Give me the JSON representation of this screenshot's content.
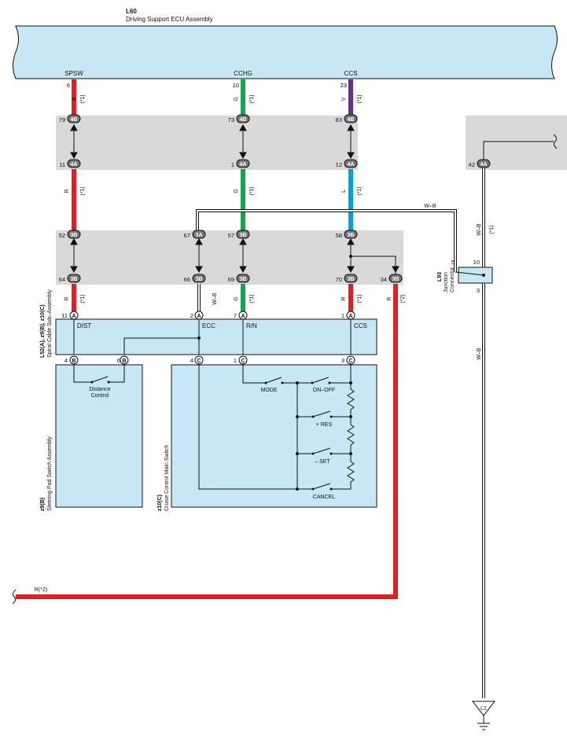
{
  "ecu": {
    "code": "L60",
    "name": "Driving Support ECU Assembly"
  },
  "ecu_signals": [
    {
      "label": "SPSW",
      "pin": "6",
      "color_code": "R",
      "note": "(*1)"
    },
    {
      "label": "CCHG",
      "pin": "10",
      "color_code": "G",
      "note": "(*1)"
    },
    {
      "label": "CCS",
      "pin": "23",
      "color_code": "V",
      "note": "(*1)"
    }
  ],
  "connectors_row1": [
    {
      "pin": "79",
      "conn": "4B"
    },
    {
      "pin": "73",
      "conn": "4B"
    },
    {
      "pin": "83",
      "conn": "4B"
    }
  ],
  "connectors_row2": [
    {
      "pin": "11",
      "conn": "4A"
    },
    {
      "pin": "1",
      "conn": "4A"
    },
    {
      "pin": "12",
      "conn": "4A"
    }
  ],
  "right_connector": {
    "pin": "42",
    "conn": "4A"
  },
  "wire_codes_mid": [
    {
      "color_code": "R",
      "note": "(*1)"
    },
    {
      "color_code": "G",
      "note": "(*1)"
    },
    {
      "color_code": "L",
      "note": "(*1)"
    }
  ],
  "wb_label": "W–B",
  "connectors_row3": [
    {
      "pin": "52",
      "conn": "3B"
    },
    {
      "pin": "67",
      "conn": "3A"
    },
    {
      "pin": "57",
      "conn": "3B"
    },
    {
      "pin": "58",
      "conn": "3B"
    }
  ],
  "connectors_row4": [
    {
      "pin": "64",
      "conn": "3B"
    },
    {
      "pin": "66",
      "conn": "3B"
    },
    {
      "pin": "69",
      "conn": "3B"
    },
    {
      "pin": "70",
      "conn": "3B"
    },
    {
      "pin": "34",
      "conn": "3B"
    }
  ],
  "wire_codes_low": [
    {
      "color_code": "R",
      "note": "(*1)"
    },
    {
      "color_code": "W–B",
      "note": ""
    },
    {
      "color_code": "G",
      "note": "(*1)"
    },
    {
      "color_code": "R",
      "note": "(*1)"
    },
    {
      "color_code": "R",
      "note": "(*2)"
    }
  ],
  "junction": {
    "code": "L93",
    "name": "Junction Connector",
    "pin_in": "5",
    "pin_top": "10",
    "pin_bottom": "3",
    "wire_top": "W–B",
    "note_top": "(*1)",
    "wire_bottom": "W–B"
  },
  "spiral": {
    "code": "L52(A), z9(B), z10(C)",
    "name": "Spiral Cable Sub–Assembly",
    "top_pins": [
      {
        "pin": "11",
        "conn": "A",
        "label": "DIST"
      },
      {
        "pin": "2",
        "conn": "A",
        "label": "ECC"
      },
      {
        "pin": "7",
        "conn": "A",
        "label": "R/N"
      },
      {
        "pin": "1",
        "conn": "A",
        "label": "CCS"
      }
    ],
    "bottom_pins": [
      {
        "pin": "4",
        "conn": "B"
      },
      {
        "pin": "6",
        "conn": "B"
      },
      {
        "pin": "4",
        "conn": "C"
      },
      {
        "pin": "1",
        "conn": "C"
      },
      {
        "pin": "3",
        "conn": "C"
      }
    ]
  },
  "steering_pad": {
    "code": "z9(B)",
    "name": "Steering Pad Switch Assembly",
    "switch_label_1": "Distance",
    "switch_label_2": "Control"
  },
  "cruise": {
    "code": "z10(C)",
    "name": "Cruise Control Main Switch",
    "switches": [
      "MODE",
      "ON–OFF",
      "+ RES",
      "– SET",
      "CANCEL"
    ]
  },
  "bottom_wire": {
    "label": "R(*2)"
  },
  "ground": {
    "label": "L1"
  }
}
